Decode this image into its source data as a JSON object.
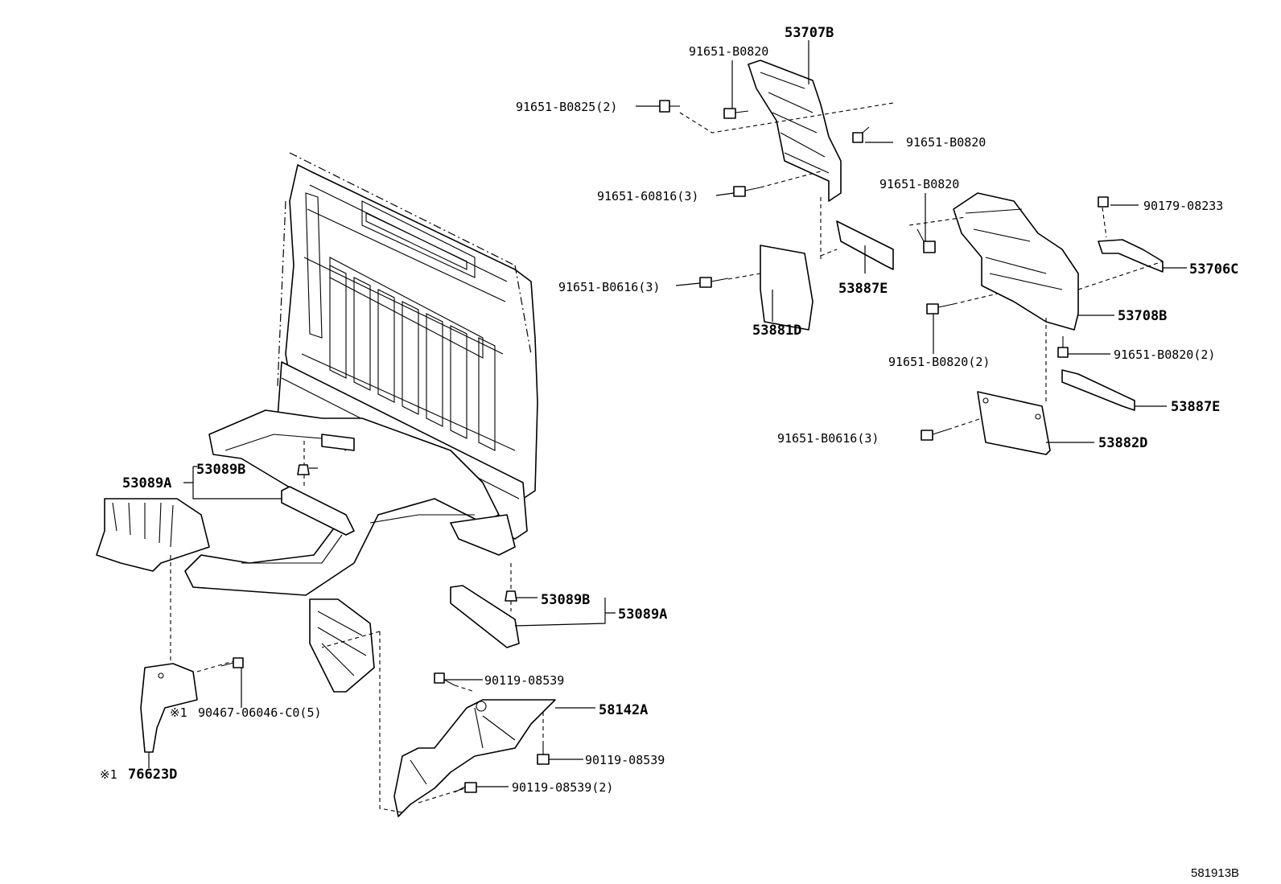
{
  "labels": {
    "p53707B": "53707B",
    "p91651_B0820_top": "91651-B0820",
    "p91651_B0825": "91651-B0825(2)",
    "p91651_B0820_right": "91651-B0820",
    "p91651_60816": "91651-60816(3)",
    "p91651_B0820_mid": "91651-B0820",
    "p90179_08233": "90179-08233",
    "p53706C": "53706C",
    "p91651_B0616_a": "91651-B0616(3)",
    "p53887E_a": "53887E",
    "p53881D": "53881D",
    "p53708B": "53708B",
    "p91651_B0820_2a": "91651-B0820(2)",
    "p91651_B0820_2b": "91651-B0820(2)",
    "p53887E_b": "53887E",
    "p91651_B0616_b": "91651-B0616(3)",
    "p53882D": "53882D",
    "p53089B_a": "53089B",
    "p53089A_a": "53089A",
    "p53089B_b": "53089B",
    "p53089A_b": "53089A",
    "p90119_08539_a": "90119-08539",
    "p58142A": "58142A",
    "p90119_08539_b": "90119-08539",
    "p90119_08539_2": "90119-08539(2)",
    "p90467": "90467-06046-C0(5)",
    "mark1": "※1",
    "p76623D": "76623D",
    "mark2": "※1"
  },
  "diagram_ref": "581913B"
}
